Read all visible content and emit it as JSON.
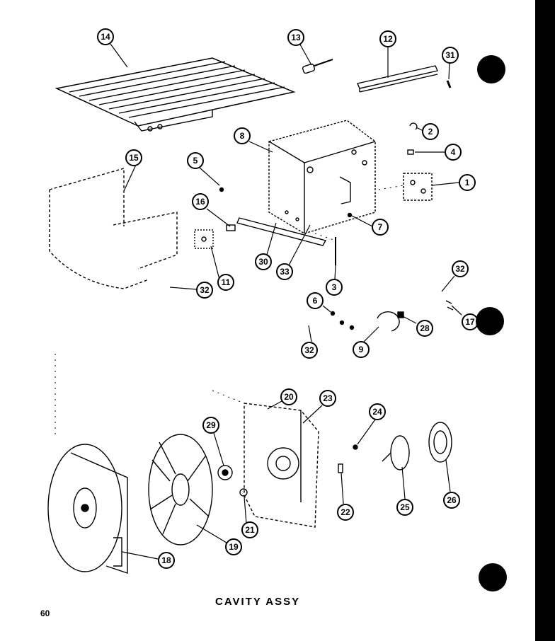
{
  "caption": "CAVITY ASSY",
  "page_number": "60",
  "callouts": [
    "14",
    "13",
    "12",
    "31",
    "2",
    "8",
    "4",
    "1",
    "15",
    "5",
    "16",
    "7",
    "30",
    "33",
    "3",
    "11",
    "32",
    "32",
    "6",
    "28",
    "17",
    "32",
    "9",
    "20",
    "23",
    "24",
    "29",
    "26",
    "25",
    "22",
    "21",
    "19",
    "18"
  ],
  "colors": {
    "ink": "#000000",
    "paper": "#ffffff"
  }
}
